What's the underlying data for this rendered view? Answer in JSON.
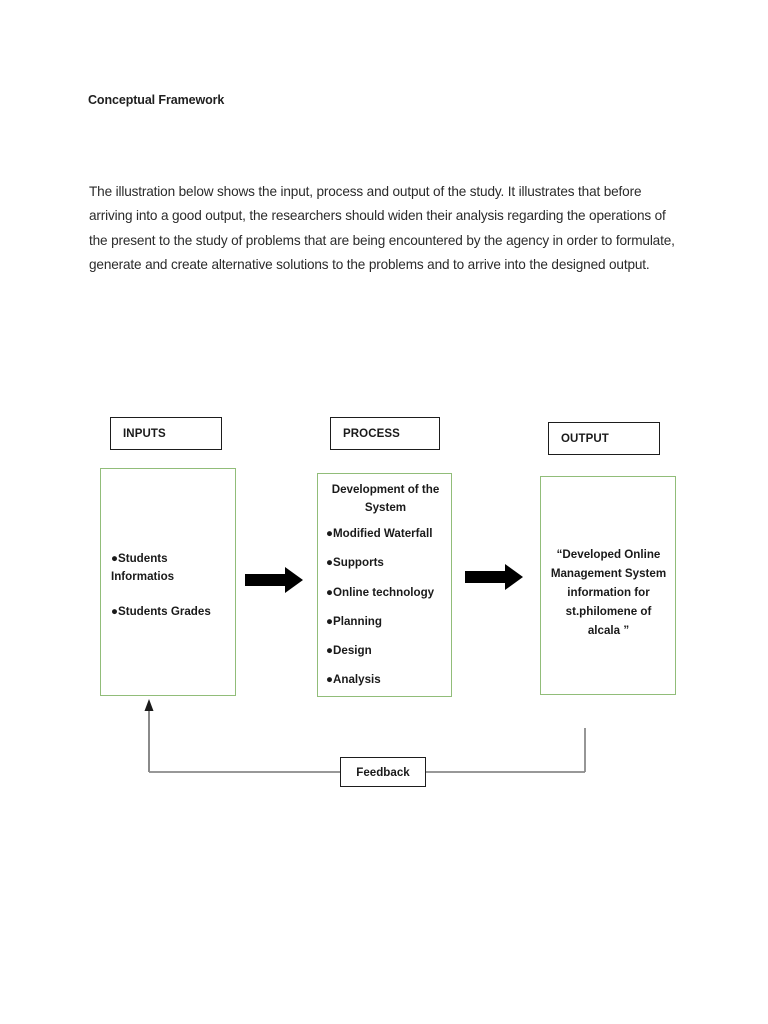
{
  "document": {
    "title": "Conceptual Framework",
    "paragraph": "The illustration below shows the input, process and output of the study. It illustrates that before arriving into a good output, the researchers should widen their analysis regarding the operations of the present to the study of problems that are being encountered by the agency in order to formulate, generate and create alternative solutions to the problems and to arrive into the designed output."
  },
  "colors": {
    "box_border_green": "#91bd79",
    "header_border_black": "#1d1d1d",
    "arrow_black": "#000000",
    "connector_gray": "#7a7a7a",
    "page_background": "#ffffff",
    "text": "#1a1a1a"
  },
  "diagram": {
    "headers": {
      "inputs": "INPUTS",
      "process": "PROCESS",
      "output": "OUTPUT"
    },
    "inputs_items": [
      "●Students Informatios",
      "●Students Grades"
    ],
    "process_heading": "Development of the System",
    "process_items": [
      "●Modified Waterfall",
      "●Supports",
      "●Online technology",
      "●Planning",
      "●Design",
      "●Analysis"
    ],
    "output_text": "“Developed Online Management System information for st.philomene of alcala ”",
    "feedback_label": "Feedback"
  }
}
